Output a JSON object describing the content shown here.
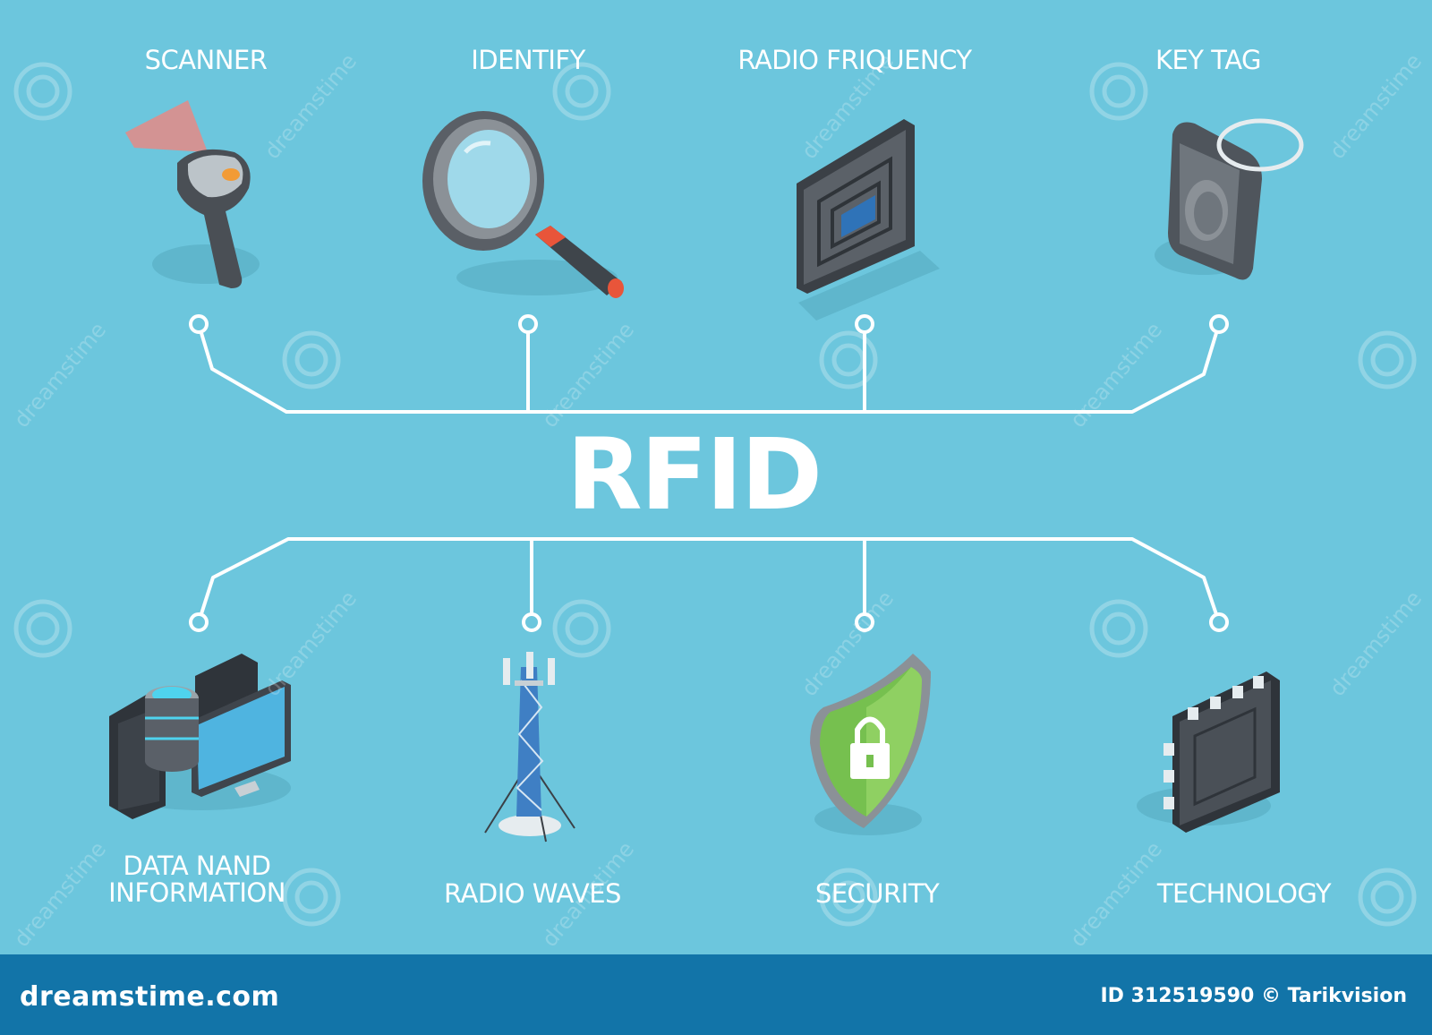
{
  "title": "RFID",
  "nodes_top": [
    {
      "label": "SCANNER",
      "icon": "barcode-scanner-icon"
    },
    {
      "label": "IDENTIFY",
      "icon": "magnifying-glass-icon"
    },
    {
      "label": "RADIO FRIQUENCY",
      "icon": "rfid-chip-card-icon"
    },
    {
      "label": "KEY TAG",
      "icon": "key-tag-icon"
    }
  ],
  "nodes_bottom": [
    {
      "lines": [
        "DATA NAND",
        "INFORMATION"
      ],
      "icon": "server-database-icon"
    },
    {
      "label": "RADIO WAVES",
      "icon": "radio-tower-icon"
    },
    {
      "label": "SECURITY",
      "icon": "shield-lock-icon"
    },
    {
      "label": "TECHNOLOGY",
      "icon": "microchip-icon"
    }
  ],
  "footer": {
    "brand": "dreamstime.com",
    "credit": "ID 312519590 © Tarikvision"
  },
  "watermark": "dreamstime",
  "colors": {
    "background": "#6cc6dd",
    "connector": "#ffffff",
    "footer": "#1274a8"
  }
}
